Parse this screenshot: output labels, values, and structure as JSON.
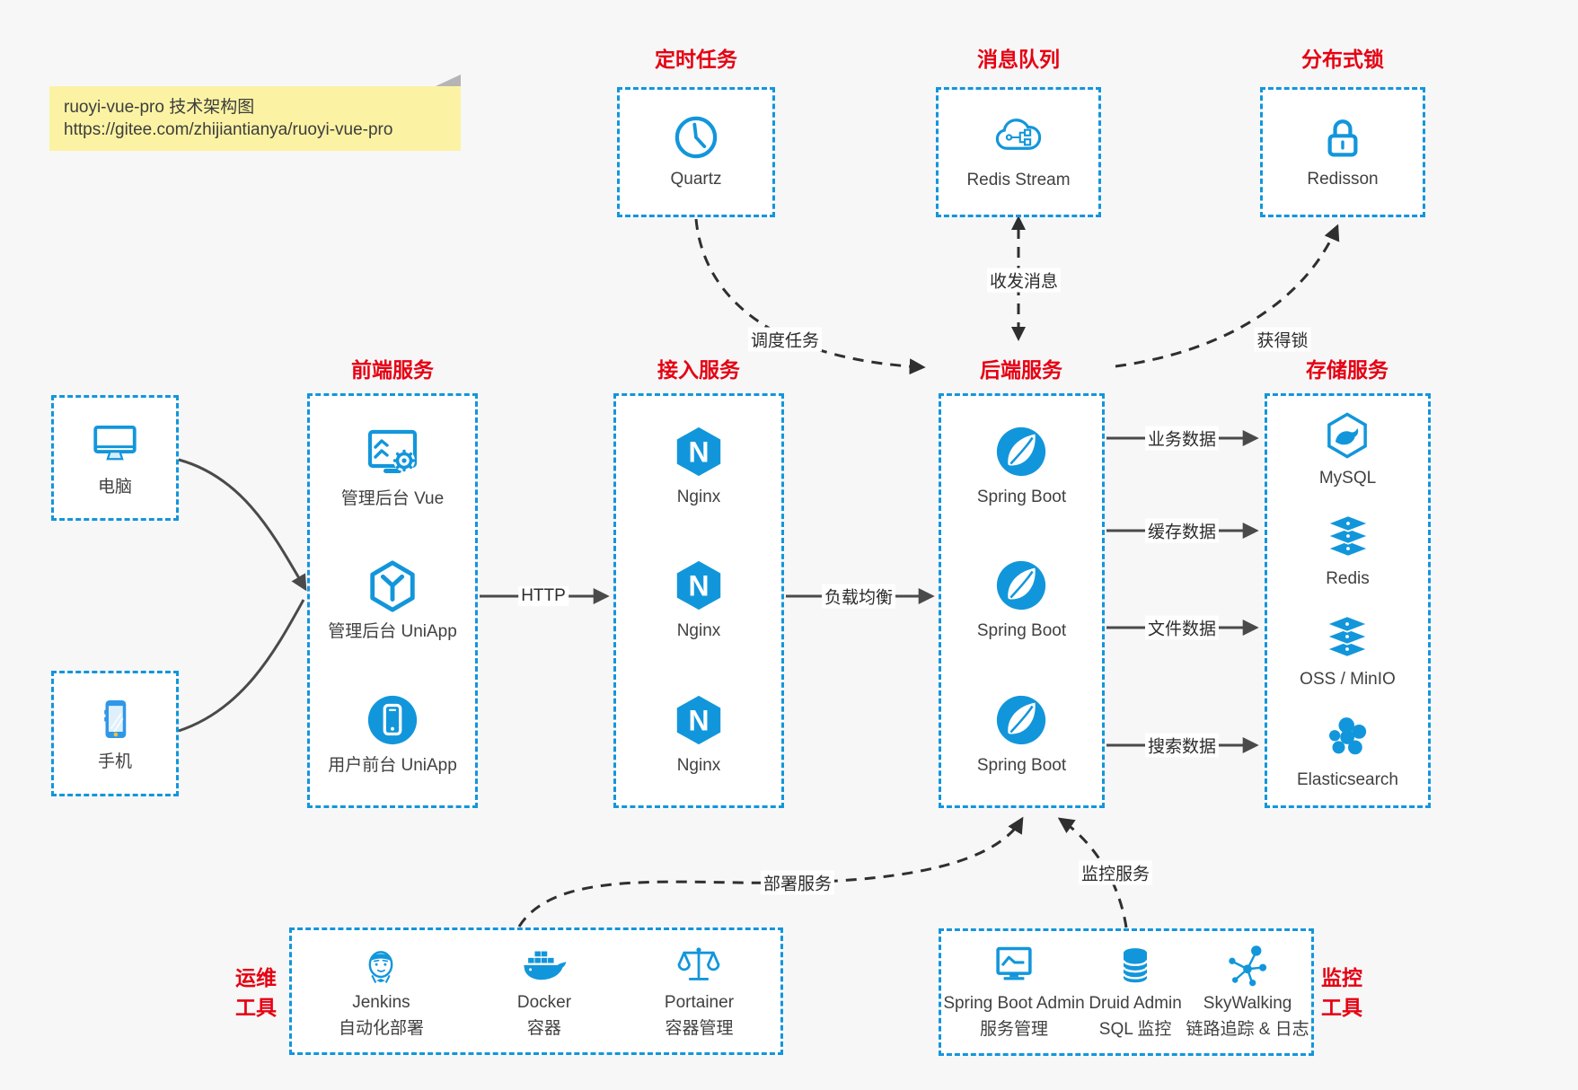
{
  "note": {
    "line1": "ruoyi-vue-pro 技术架构图",
    "line2": "https://gitee.com/zhijiantianya/ruoyi-vue-pro"
  },
  "top_groups": [
    {
      "title": "定时任务",
      "item": {
        "icon": "clock-icon",
        "label": "Quartz"
      }
    },
    {
      "title": "消息队列",
      "item": {
        "icon": "cloud-stream-icon",
        "label": "Redis Stream"
      }
    },
    {
      "title": "分布式锁",
      "item": {
        "icon": "lock-icon",
        "label": "Redisson"
      }
    }
  ],
  "clients": [
    {
      "icon": "computer-icon",
      "label": "电脑"
    },
    {
      "icon": "phone-icon",
      "label": "手机"
    }
  ],
  "columns": [
    {
      "title": "前端服务",
      "items": [
        {
          "icon": "admin-vue-icon",
          "label": "管理后台 Vue"
        },
        {
          "icon": "uniapp-hexagon-icon",
          "label": "管理后台 UniApp"
        },
        {
          "icon": "uniapp-circle-icon",
          "label": "用户前台 UniApp"
        }
      ]
    },
    {
      "title": "接入服务",
      "items": [
        {
          "icon": "nginx-icon",
          "label": "Nginx"
        },
        {
          "icon": "nginx-icon",
          "label": "Nginx"
        },
        {
          "icon": "nginx-icon",
          "label": "Nginx"
        }
      ]
    },
    {
      "title": "后端服务",
      "items": [
        {
          "icon": "spring-icon",
          "label": "Spring Boot"
        },
        {
          "icon": "spring-icon",
          "label": "Spring Boot"
        },
        {
          "icon": "spring-icon",
          "label": "Spring Boot"
        }
      ]
    },
    {
      "title": "存储服务",
      "items": [
        {
          "icon": "mysql-icon",
          "label": "MySQL"
        },
        {
          "icon": "redis-stack-icon",
          "label": "Redis"
        },
        {
          "icon": "oss-stack-icon",
          "label": "OSS / MinIO"
        },
        {
          "icon": "elasticsearch-icon",
          "label": "Elasticsearch"
        }
      ]
    }
  ],
  "bottom_groups": [
    {
      "title_lines": [
        "运维",
        "工具"
      ],
      "items": [
        {
          "icon": "jenkins-icon",
          "label": "Jenkins",
          "sublabel": "自动化部署"
        },
        {
          "icon": "docker-icon",
          "label": "Docker",
          "sublabel": "容器"
        },
        {
          "icon": "portainer-icon",
          "label": "Portainer",
          "sublabel": "容器管理"
        }
      ]
    },
    {
      "title_lines": [
        "监控",
        "工具"
      ],
      "items": [
        {
          "icon": "spring-boot-admin-icon",
          "label": "Spring Boot Admin",
          "sublabel": "服务管理"
        },
        {
          "icon": "druid-icon",
          "label": "Druid Admin",
          "sublabel": "SQL 监控"
        },
        {
          "icon": "skywalking-icon",
          "label": "SkyWalking",
          "sublabel": "链路追踪 & 日志"
        }
      ]
    }
  ],
  "edge_labels": {
    "http": "HTTP",
    "load_balance": "负载均衡",
    "biz_data": "业务数据",
    "cache_data": "缓存数据",
    "file_data": "文件数据",
    "search_data": "搜索数据",
    "schedule": "调度任务",
    "messaging": "收发消息",
    "acquire_lock": "获得锁",
    "deploy": "部署服务",
    "monitor": "监控服务"
  },
  "icons": {
    "nginx_letter": "N"
  },
  "colors": {
    "accent": "#1296db",
    "title_red": "#e60012",
    "solid_arrow": "#4a4a4a",
    "dashed_arrow": "#2f2f2f",
    "note_bg": "#fbf3a3",
    "page_bg": "#f7f7f8"
  }
}
